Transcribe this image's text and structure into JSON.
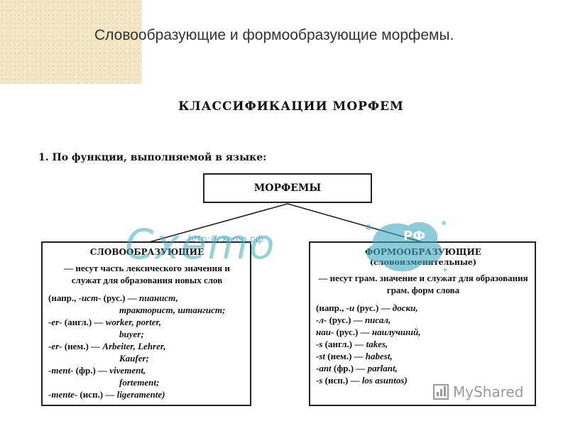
{
  "slide": {
    "title": "Словообразующие и формообразующие морфемы."
  },
  "diagram": {
    "title": "КЛАССИФИКАЦИИ МОРФЕМ",
    "section_heading": "1. По функции, выполняемой в языке:",
    "root": "МОРФЕМЫ",
    "left": {
      "title": "СЛОВООБРАЗУЮЩИЕ",
      "description": "— несут часть лексического значения и служат для образования новых слов",
      "examples": [
        {
          "m": "(напр., ",
          "a": "-ист-",
          "b": " (рус.) — ",
          "w": "пианист,"
        },
        {
          "m": "",
          "a": "",
          "b": "",
          "w": "тракторист, штангист;",
          "indent": true
        },
        {
          "m": "",
          "a": "-er-",
          "b": " (англ.) — ",
          "w": "worker, porter,"
        },
        {
          "m": "",
          "a": "",
          "b": "",
          "w": "buyer;",
          "indent": true
        },
        {
          "m": "",
          "a": "-er-",
          "b": " (нем.) — ",
          "w": "Arbeiter, Lehrer,"
        },
        {
          "m": "",
          "a": "",
          "b": "",
          "w": "Kaufer;",
          "indent": true
        },
        {
          "m": "",
          "a": "-ment-",
          "b": " (фр.) — ",
          "w": "vivement,"
        },
        {
          "m": "",
          "a": "",
          "b": "",
          "w": "fortement;",
          "indent": true
        },
        {
          "m": "",
          "a": "-mente-",
          "b": " (исп.) — ",
          "w": "ligeramente)"
        }
      ]
    },
    "right": {
      "title": "ФОРМООБРАЗУЮЩИЕ",
      "subtitle": "(словоизменительные)",
      "description": "— несут грам. значение и служат для образования грам. форм слова",
      "examples": [
        {
          "m": "(напр., ",
          "a": "-и",
          "b": " (рус.) — ",
          "w": "доски,"
        },
        {
          "m": "",
          "a": "-л-",
          "b": " (рус.) — ",
          "w": "писал,"
        },
        {
          "m": "",
          "a": "наи-",
          "b": " (рус.) — ",
          "w": "наилучший,"
        },
        {
          "m": "",
          "a": "-s",
          "b": " (англ.) — ",
          "w": "takes,"
        },
        {
          "m": "",
          "a": "-st",
          "b": " (нем.) — ",
          "w": "habest,"
        },
        {
          "m": "",
          "a": "-ant",
          "b": " (фр.) — ",
          "w": "parlant,"
        },
        {
          "m": "",
          "a": "-s",
          "b": " (исп.) — ",
          "w": "los asuntos)"
        }
      ]
    }
  },
  "watermark": {
    "text": "Cxemo",
    "url": "http://cxemo.рф",
    "badge": "РФ"
  },
  "brand": {
    "name": "MyShared"
  },
  "colors": {
    "corner": "#f3e6c5",
    "watermark": "#40aabe",
    "brand": "#9a9a9a"
  }
}
